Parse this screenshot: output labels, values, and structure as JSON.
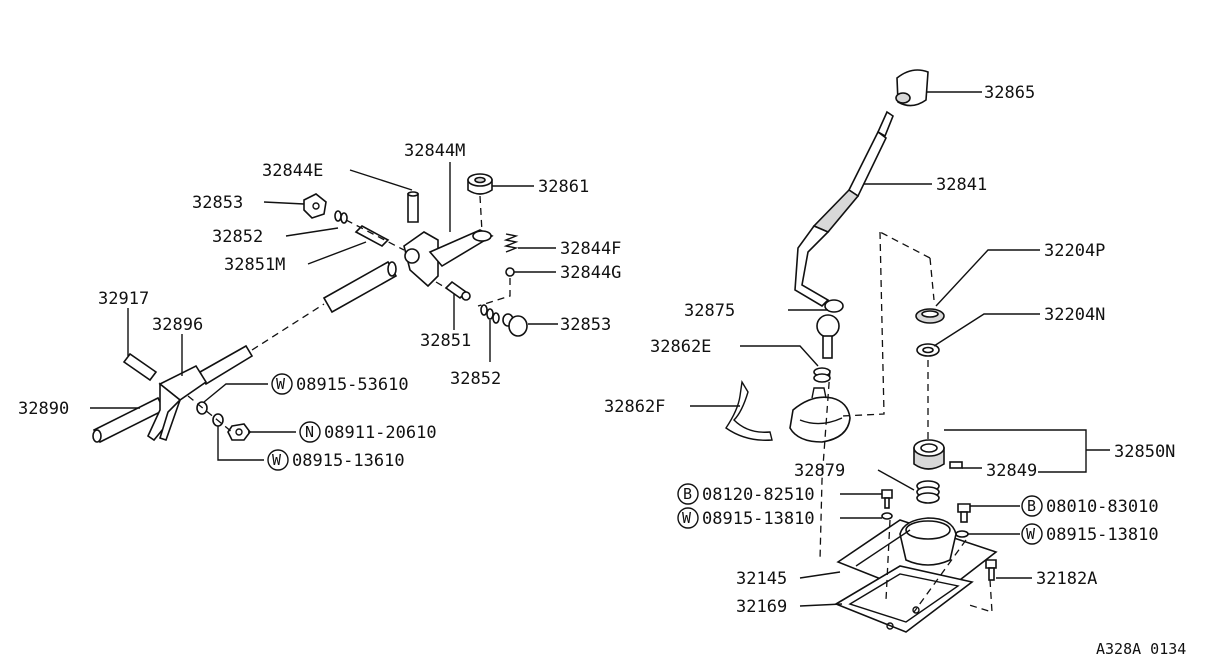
{
  "figure_code": "A328A 0134",
  "labels": {
    "p32865": "32865",
    "p32841": "32841",
    "p32204P": "32204P",
    "p32204N": "32204N",
    "p32875": "32875",
    "p32862E": "32862E",
    "p32862F": "32862F",
    "p32850N": "32850N",
    "p32849": "32849",
    "p32879": "32879",
    "p32145": "32145",
    "p32169": "32169",
    "p32182A": "32182A",
    "p32844M": "32844M",
    "p32844E": "32844E",
    "p32861": "32861",
    "p32853a": "32853",
    "p32852a": "32852",
    "p32844F": "32844F",
    "p32844G": "32844G",
    "p32851M": "32851M",
    "p32851": "32851",
    "p32853b": "32853",
    "p32852b": "32852",
    "p32917": "32917",
    "p32896": "32896",
    "p32890": "32890"
  },
  "fasteners": {
    "w53610": {
      "prefix": "W",
      "number": "08915-53610"
    },
    "n20610": {
      "prefix": "N",
      "number": "08911-20610"
    },
    "w13610": {
      "prefix": "W",
      "number": "08915-13610"
    },
    "b82510": {
      "prefix": "B",
      "number": "08120-82510"
    },
    "w13810a": {
      "prefix": "W",
      "number": "08915-13810"
    },
    "b83010": {
      "prefix": "B",
      "number": "08010-83010"
    },
    "w13810b": {
      "prefix": "W",
      "number": "08915-13810"
    }
  }
}
